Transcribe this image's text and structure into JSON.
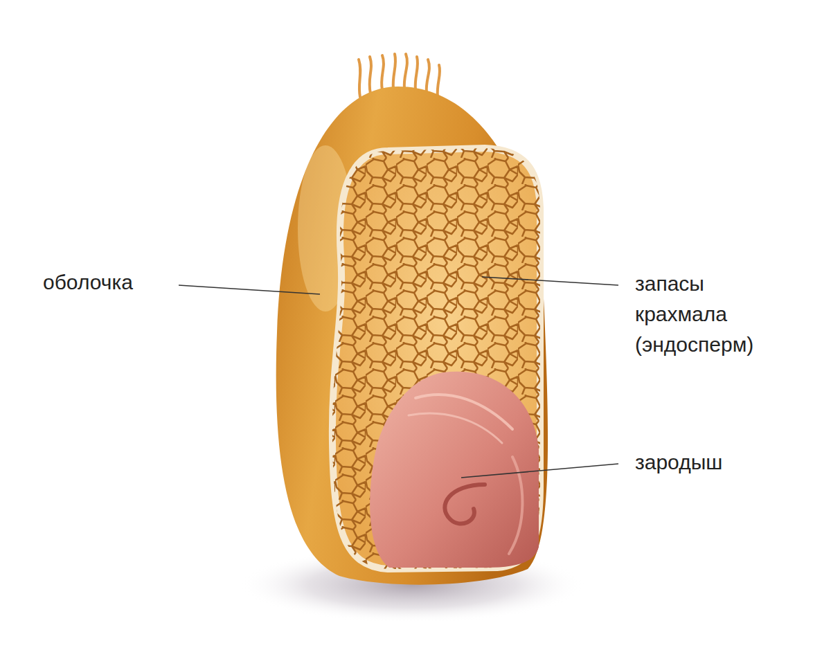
{
  "diagram": {
    "labels": [
      "оболочка",
      "запасы крахмала (эндосперм)",
      "зародыш"
    ]
  }
}
